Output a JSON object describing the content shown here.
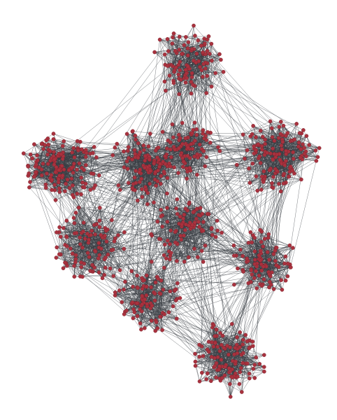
{
  "graph": {
    "style": {
      "background": "#ffffff",
      "node_color": "#a8323e",
      "node_stroke": "#7a1f2a",
      "edge_color": "#3a3f45"
    },
    "clusters": [
      {
        "id": "top",
        "name": ""
      },
      {
        "id": "left",
        "name": ""
      },
      {
        "id": "center-left",
        "name": ""
      },
      {
        "id": "center-upper",
        "name": ""
      },
      {
        "id": "right",
        "name": ""
      },
      {
        "id": "mid-left",
        "name": ""
      },
      {
        "id": "center",
        "name": ""
      },
      {
        "id": "mid-right",
        "name": ""
      },
      {
        "id": "lower-center",
        "name": ""
      },
      {
        "id": "bottom",
        "name": ""
      }
    ]
  }
}
